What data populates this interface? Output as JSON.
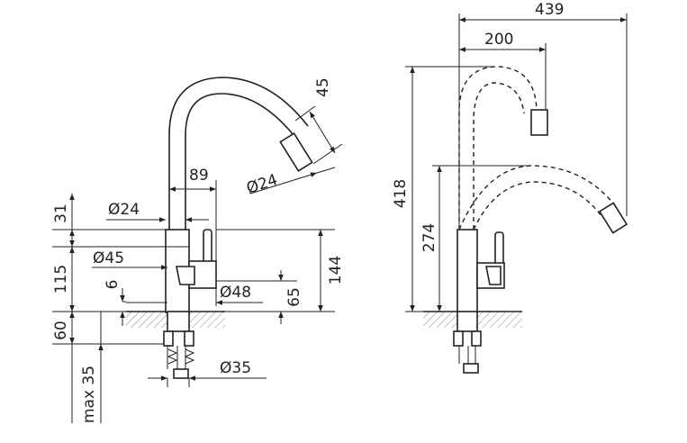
{
  "front_view": {
    "dim_31": "31",
    "dim_115": "115",
    "dim_60": "60",
    "dim_max35": "max 35",
    "dim_6": "6",
    "dim_d24_body": "Ø24",
    "dim_d45": "Ø45",
    "dim_d48": "Ø48",
    "dim_d35": "Ø35",
    "dim_89": "89",
    "dim_d24_spout": "Ø24",
    "dim_45": "45",
    "dim_65": "65",
    "dim_144": "144"
  },
  "side_view": {
    "dim_439": "439",
    "dim_200": "200",
    "dim_418": "418",
    "dim_274": "274"
  }
}
